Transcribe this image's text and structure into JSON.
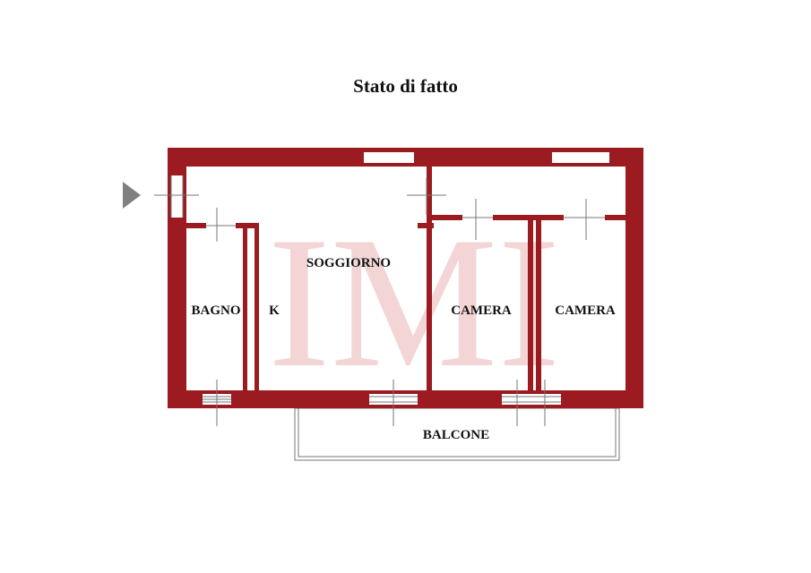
{
  "title": "Stato di fatto",
  "colors": {
    "wall": "#9b1b20",
    "watermark": "#f0c8c8",
    "opening": "#ffffff",
    "line": "#777777",
    "entry_arrow": "#808080"
  },
  "watermark": "IMI",
  "rooms": {
    "bagno": "BAGNO",
    "kitchen": "K",
    "soggiorno": "SOGGIORNO",
    "camera_1": "CAMERA",
    "camera_2": "CAMERA",
    "balcone": "BALCONE"
  },
  "icons": {
    "entry": "entry-arrow-icon"
  }
}
